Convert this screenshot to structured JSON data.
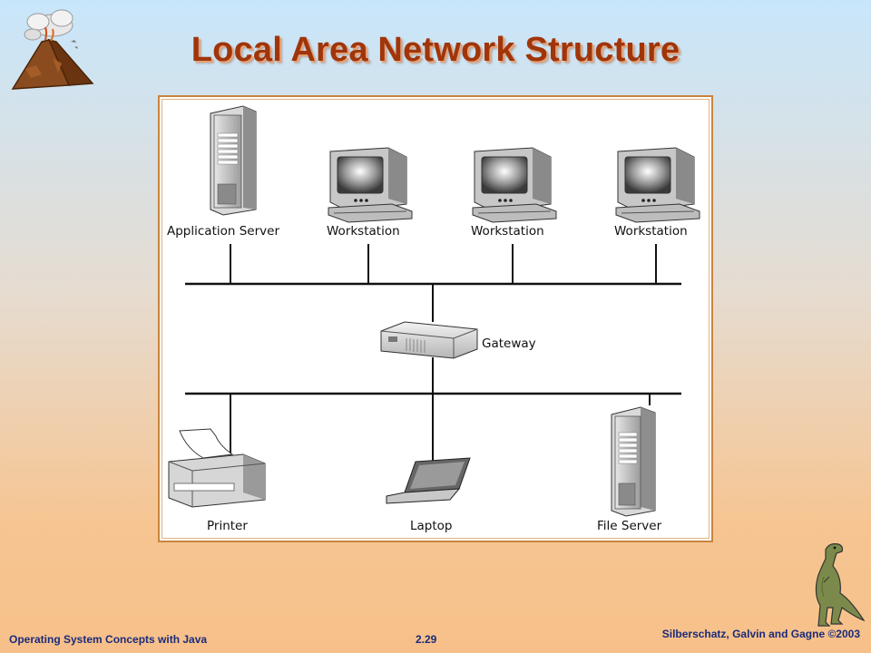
{
  "slide": {
    "title": "Local Area Network Structure"
  },
  "diagram": {
    "nodes": {
      "application_server": "Application Server",
      "workstation_1": "Workstation",
      "workstation_2": "Workstation",
      "workstation_3": "Workstation",
      "gateway": "Gateway",
      "printer": "Printer",
      "laptop": "Laptop",
      "file_server": "File Server"
    }
  },
  "footer": {
    "left": "Operating System Concepts with Java",
    "center": "2.29",
    "right": "Silberschatz, Galvin and Gagne ©2003"
  },
  "colors": {
    "title": "#a0350a",
    "footer_text": "#1a2b7a",
    "frame_border": "#c8853d"
  },
  "icons": [
    "volcano-logo-icon",
    "dinosaur-icon"
  ]
}
